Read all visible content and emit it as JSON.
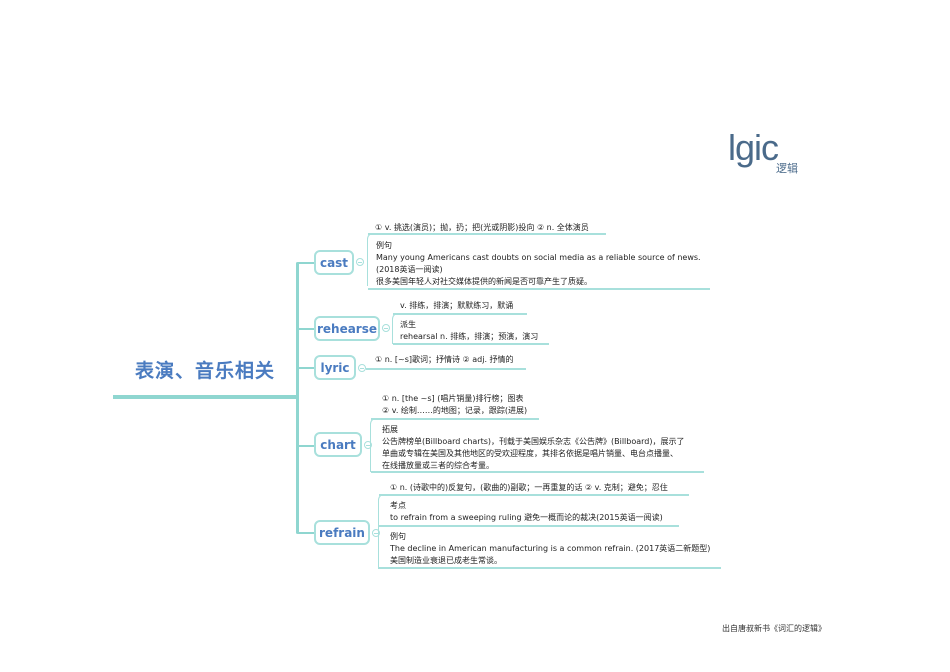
{
  "logo": {
    "text": "lgic",
    "subtitle": "逻辑"
  },
  "root": {
    "title": "表演、音乐相关"
  },
  "nodes": [
    {
      "word": "cast",
      "definition": "① v. 挑选(演员)；抛，扔；把(光或阴影)投向 ② n. 全体演员",
      "details": [
        {
          "label": "例句",
          "lines": [
            "Many young Americans cast doubts on social media as a reliable source of news.",
            "(2018英语一阅读)",
            "很多美国年轻人对社交媒体提供的新闻是否可靠产生了质疑。"
          ]
        }
      ]
    },
    {
      "word": "rehearse",
      "definition": "v. 排练，排演；默默练习，默诵",
      "details": [
        {
          "label": "派生",
          "lines": [
            "rehearsal n. 排练，排演；预演，演习"
          ]
        }
      ]
    },
    {
      "word": "lyric",
      "definition": "① n. [~s]歌词；抒情诗 ② adj. 抒情的",
      "details": []
    },
    {
      "word": "chart",
      "definition_lines": [
        "① n. [the ~s] (唱片销量)排行榜；图表",
        "② v. 绘制……的地图；记录，跟踪(进展)"
      ],
      "details": [
        {
          "label": "拓展",
          "lines": [
            "公告牌榜单(Billboard charts)，刊载于美国娱乐杂志《公告牌》(Billboard)，展示了",
            "单曲或专辑在美国及其他地区的受欢迎程度，其排名依据是唱片销量、电台点播量、",
            " 在线播放量或三者的综合考量。"
          ]
        }
      ]
    },
    {
      "word": "refrain",
      "definition": "① n. (诗歌中的)反复句，(歌曲的)副歌；一再重复的话 ② v. 克制；避免；忍住",
      "details": [
        {
          "label": "考点",
          "lines": [
            "to refrain from a sweeping ruling 避免一概而论的裁决(2015英语一阅读)"
          ]
        },
        {
          "label": "例句",
          "lines": [
            "The decline in American manufacturing is a common refrain. (2017英语二新题型)",
            "美国制造业衰退已成老生常谈。"
          ]
        }
      ]
    }
  ],
  "footer": {
    "source": "出自唐叔新书《词汇的逻辑》"
  },
  "colors": {
    "accent": "#8fd6d0",
    "node_text": "#4a7bc0",
    "logo": "#4a6a8a"
  }
}
